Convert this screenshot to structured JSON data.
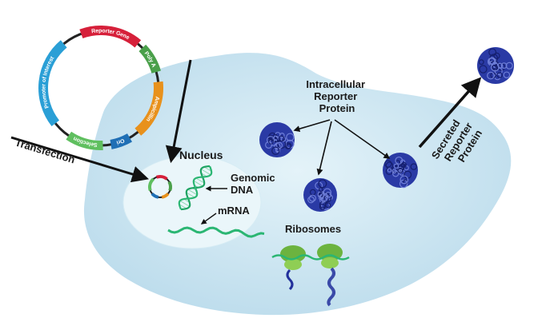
{
  "labels": {
    "intracellular": [
      "Intracellular",
      "Reporter",
      "Protein"
    ],
    "secreted": [
      "Secreted",
      "Reporter",
      "Protein"
    ],
    "nucleus": "Nucleus",
    "genomic": [
      "Genomic",
      "DNA"
    ],
    "mrna": "mRNA",
    "ribosomes": "Ribosomes",
    "transfection": "Transfection"
  },
  "plasmid": {
    "segments": [
      {
        "label": "Reporter Gene",
        "color": "#d6203a"
      },
      {
        "label": "Poly A",
        "color": "#4aa04a"
      },
      {
        "label": "Ampicillin",
        "color": "#e8911c"
      },
      {
        "label": "Ori",
        "color": "#1f6fb5"
      },
      {
        "label": "Selection",
        "color": "#5fbf5f"
      },
      {
        "label": "Promoter of Interest",
        "color": "#2a9fd6"
      }
    ]
  },
  "colors": {
    "cell": "#cde7f1",
    "nucleus": "#e6f4f9",
    "dna": "#2bb673",
    "protein": "#23319c",
    "ribosome": "#7cc242",
    "arrow": "#111111"
  }
}
